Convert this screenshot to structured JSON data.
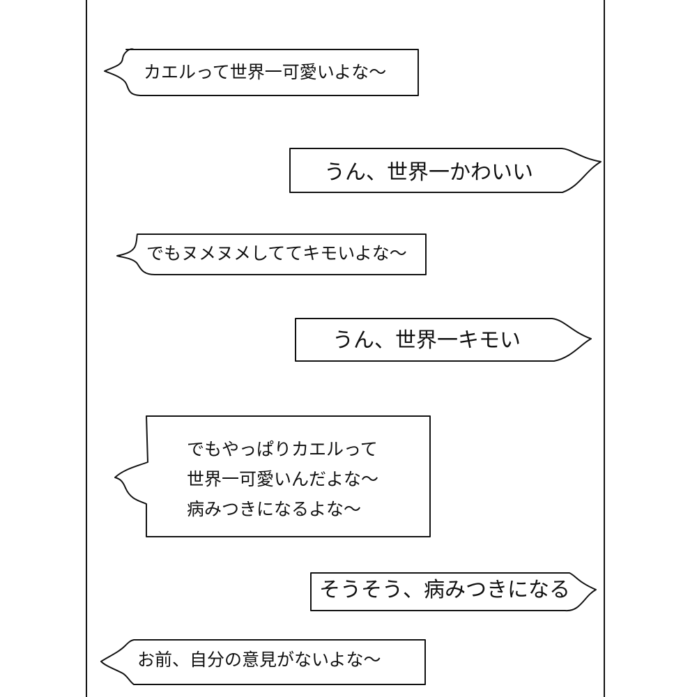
{
  "comic": {
    "messages": [
      {
        "speaker_side": "left",
        "lines": [
          "カエルって世界一可愛いよな～"
        ]
      },
      {
        "speaker_side": "right",
        "lines": [
          "うん、世界一かわいい"
        ]
      },
      {
        "speaker_side": "left",
        "lines": [
          "でもヌメヌメしててキモいよな～"
        ]
      },
      {
        "speaker_side": "right",
        "lines": [
          "うん、世界一キモい"
        ]
      },
      {
        "speaker_side": "left",
        "lines": [
          "でもやっぱりカエルって",
          "世界一可愛いんだよな～",
          "病みつきになるよな～"
        ]
      },
      {
        "speaker_side": "right",
        "lines": [
          "そうそう、病みつきになる"
        ]
      },
      {
        "speaker_side": "left",
        "lines": [
          "お前、自分の意見がないよな～"
        ]
      }
    ]
  },
  "colors": {
    "ink": "#111111",
    "paper": "#ffffff"
  }
}
